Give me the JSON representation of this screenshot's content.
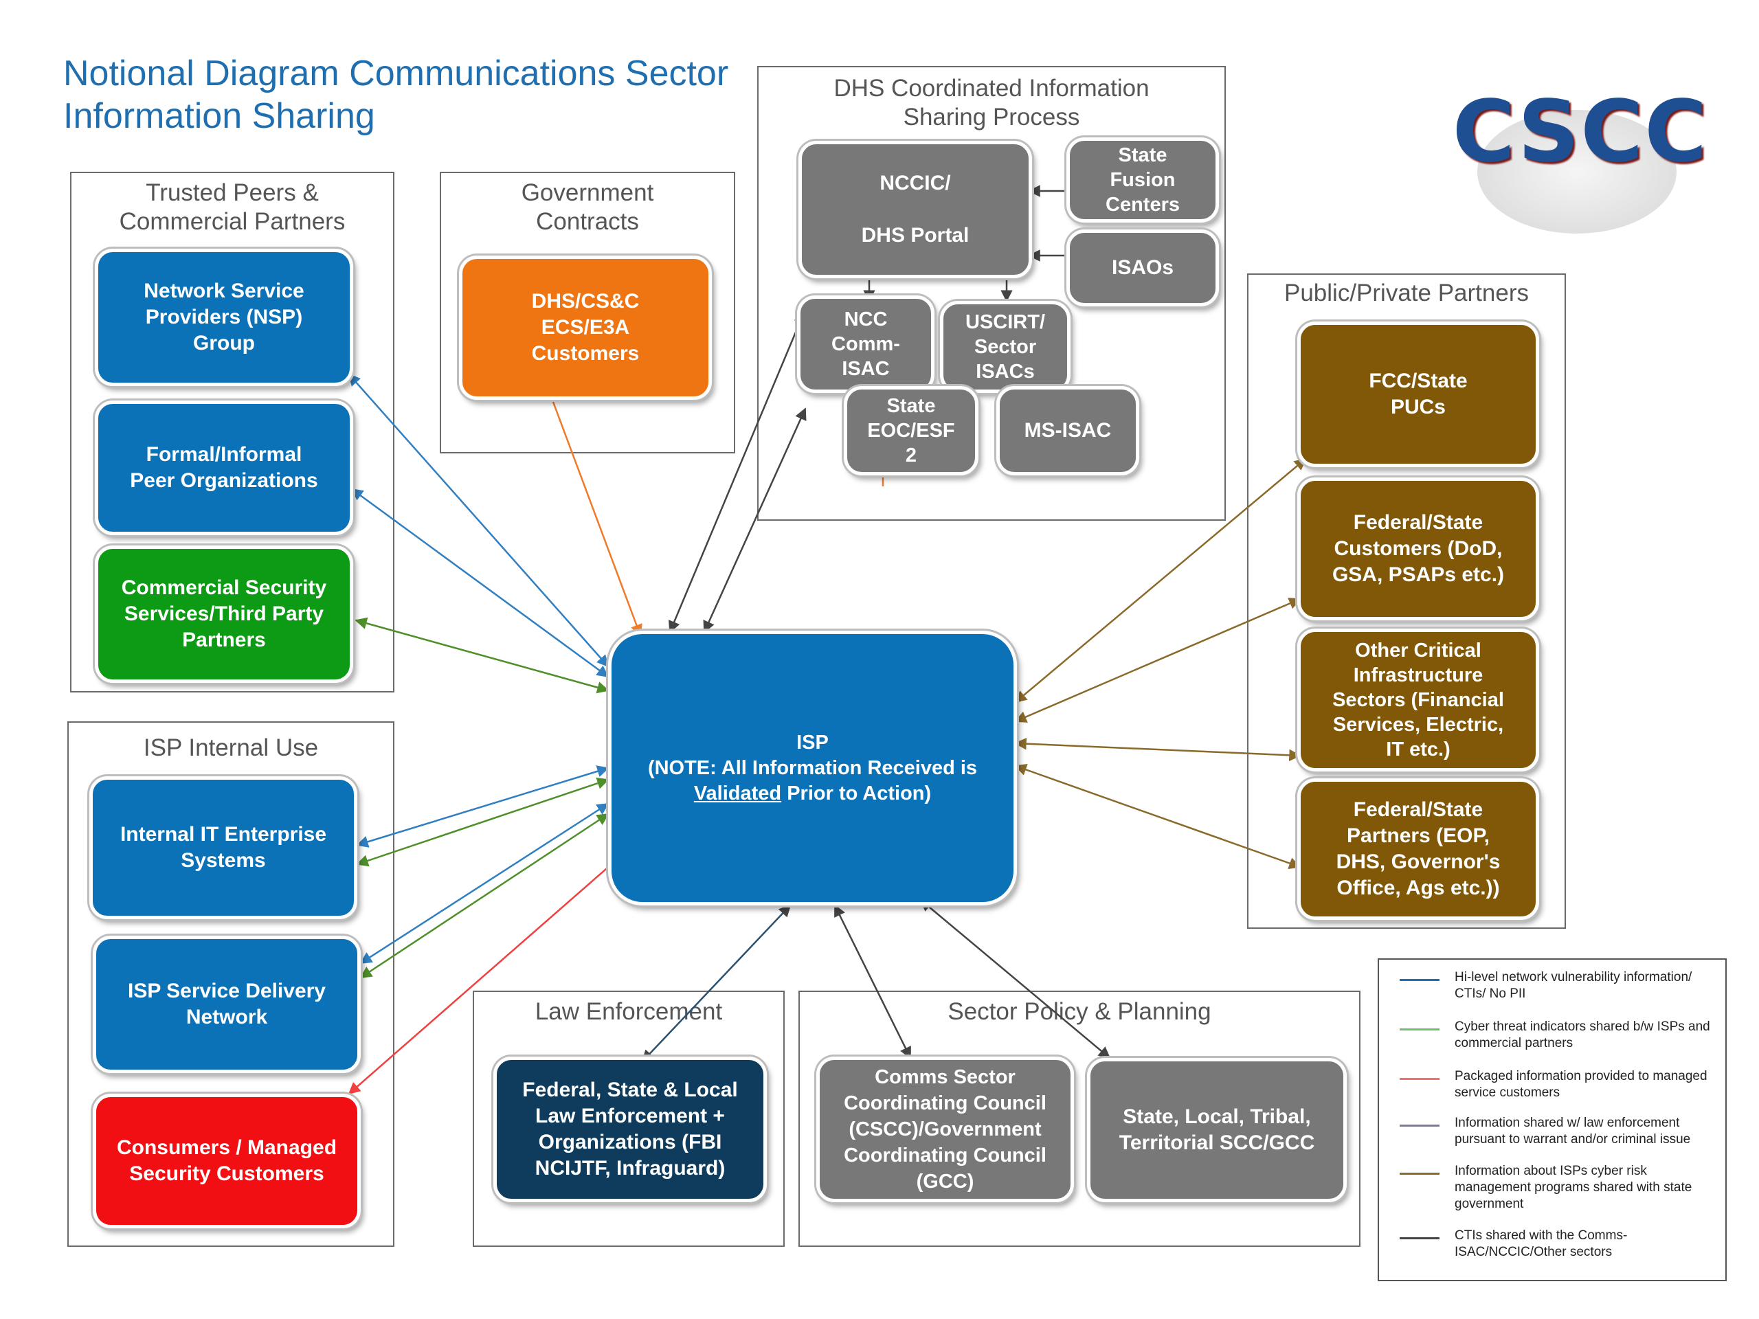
{
  "title": "Notional Diagram Communications Sector\nInformation Sharing",
  "logo": {
    "text": "CSCC"
  },
  "groups": {
    "trusted": "Trusted Peers &\nCommercial Partners",
    "government": "Government\nContracts",
    "dhs": "DHS Coordinated Information\nSharing Process",
    "public_private": "Public/Private Partners",
    "internal": "ISP Internal Use",
    "law": "Law Enforcement",
    "policy": "Sector Policy & Planning"
  },
  "boxes": {
    "nsp": "Network Service\nProviders (NSP)\nGroup",
    "peer_orgs": "Formal/Informal\nPeer Organizations",
    "commercial_security": "Commercial Security\nServices/Third Party\nPartners",
    "dhs_csc": "DHS/CS&C\nECS/E3A\nCustomers",
    "nccic": "NCCIC/\n\nDHS Portal",
    "state_fusion": "State\nFusion\nCenters",
    "isaos": "ISAOs",
    "ncc": "NCC\nComm-\nISAC",
    "uscirt": "USCIRT/\nSector\nISACs",
    "state_eoc": "State\nEOC/ESF\n2",
    "ms_isac": "MS-ISAC",
    "fcc": "FCC/State\nPUCs",
    "federal_customers": "Federal/State\nCustomers (DoD,\nGSA, PSAPs etc.)",
    "other_ci": "Other Critical\nInfrastructure\nSectors (Financial\nServices, Electric,\nIT etc.)",
    "federal_partners": "Federal/State\nPartners (EOP,\nDHS, Governor's\nOffice, Ags etc.))",
    "internal_it": "Internal IT Enterprise\nSystems",
    "service_delivery": "ISP Service Delivery\nNetwork",
    "consumers": "Consumers / Managed\nSecurity Customers",
    "law_enforcement": "Federal, State & Local\nLaw Enforcement +\nOrganizations (FBI\nNCIJTF, Infraguard)",
    "cscc": "Comms Sector\nCoordinating Council\n(CSCC)/Government\nCoordinating Council\n(GCC)",
    "sltt": "State, Local, Tribal,\nTerritorial SCC/GCC"
  },
  "isp": {
    "title": "ISP",
    "note_prefix": "(NOTE:  All Information Received  is",
    "note_underlined": "Validated",
    "note_suffix": " Prior to Action)"
  },
  "colors": {
    "blue_line": "#2f7fc1",
    "green_line": "#4f8f2a",
    "red_line": "#f04040",
    "orange_line": "#ee7a2a",
    "brown_line": "#8a6a2a",
    "gray_line": "#555555"
  },
  "legend": [
    {
      "color": "#1f6fb0",
      "text": "Hi-level network vulnerability information/ CTIs/ No PII"
    },
    {
      "color": "#6fbf6f",
      "text": "Cyber threat indicators shared b/w ISPs and commercial partners"
    },
    {
      "color": "#f07070",
      "text": "Packaged information provided to managed service customers"
    },
    {
      "color": "#7a7a9a",
      "text": "Information shared w/ law enforcement pursuant to warrant and/or criminal issue"
    },
    {
      "color": "#8a6a2a",
      "text": "Information about ISPs cyber risk management programs shared with state government"
    },
    {
      "color": "#444444",
      "text": "CTIs shared with the Comms-ISAC/NCCIC/Other sectors"
    }
  ]
}
